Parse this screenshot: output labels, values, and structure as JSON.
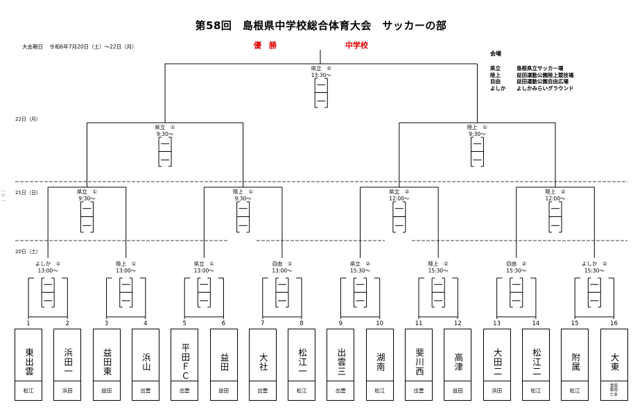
{
  "header": {
    "title": "第58回　島根県中学校総合体育大会　サッカーの部",
    "period_label": "大会期日",
    "period_value": "令和6年7月20日（土）〜22日（月）",
    "champion_label": "優　勝",
    "champion_suffix": "中学校"
  },
  "venues": {
    "heading": "会場",
    "items": [
      {
        "abbr": "県立",
        "name": "島根県立サッカー場"
      },
      {
        "abbr": "陸上",
        "name": "益田運動公園陸上競技場"
      },
      {
        "abbr": "自由",
        "name": "益田運動公園自由広場"
      },
      {
        "abbr": "よしか",
        "name": "よしかみらいグラウンド"
      }
    ]
  },
  "days": {
    "day22": "22日（月）",
    "day21": "21日（日）",
    "day20": "20日（土）"
  },
  "side_mark": "―ｷﾘ―",
  "final": {
    "venue": "県立",
    "no": "②",
    "time": "13:30〜"
  },
  "semifinals": [
    {
      "venue": "県立",
      "no": "①",
      "time": "9:30〜"
    },
    {
      "venue": "陸上",
      "no": "①",
      "time": "9:30〜"
    }
  ],
  "quarterfinals": [
    {
      "venue": "県立",
      "no": "①",
      "time": "9:30〜"
    },
    {
      "venue": "陸上",
      "no": "①",
      "time": "9:30〜"
    },
    {
      "venue": "県立",
      "no": "②",
      "time": "12:00〜"
    },
    {
      "venue": "陸上",
      "no": "②",
      "time": "12:00〜"
    }
  ],
  "round1": [
    {
      "venue": "よしか",
      "no": "①",
      "time": "13:00〜"
    },
    {
      "venue": "陸上",
      "no": "①",
      "time": "13:00〜"
    },
    {
      "venue": "県立",
      "no": "①",
      "time": "13:00〜"
    },
    {
      "venue": "自由",
      "no": "①",
      "time": "13:00〜"
    },
    {
      "venue": "県立",
      "no": "②",
      "time": "15:30〜"
    },
    {
      "venue": "陸上",
      "no": "②",
      "time": "15:30〜"
    },
    {
      "venue": "自由",
      "no": "②",
      "time": "15:30〜"
    },
    {
      "venue": "よしか",
      "no": "②",
      "time": "15:30〜"
    }
  ],
  "teams": [
    {
      "seed": "1",
      "name": "東出雲",
      "pref": "松江"
    },
    {
      "seed": "2",
      "name": "浜田一",
      "pref": "浜田"
    },
    {
      "seed": "3",
      "name": "益田東",
      "pref": "益田"
    },
    {
      "seed": "4",
      "name": "浜山",
      "pref": "出雲"
    },
    {
      "seed": "5",
      "name": "平田ＦＣ",
      "pref": "出雲"
    },
    {
      "seed": "6",
      "name": "益田",
      "pref": "益田"
    },
    {
      "seed": "7",
      "name": "大社",
      "pref": "出雲"
    },
    {
      "seed": "8",
      "name": "松江一",
      "pref": "松江"
    },
    {
      "seed": "9",
      "name": "出雲三",
      "pref": "出雲"
    },
    {
      "seed": "10",
      "name": "湖南",
      "pref": "松江"
    },
    {
      "seed": "11",
      "name": "斐川西",
      "pref": "出雲"
    },
    {
      "seed": "12",
      "name": "高津",
      "pref": "益田"
    },
    {
      "seed": "13",
      "name": "大田二",
      "pref": "浜田"
    },
    {
      "seed": "14",
      "name": "松江二",
      "pref": "松江"
    },
    {
      "seed": "15",
      "name": "附属",
      "pref": "松江"
    },
    {
      "seed": "16",
      "name": "大東",
      "pref": "雲南\n飯南\n仁多"
    }
  ]
}
